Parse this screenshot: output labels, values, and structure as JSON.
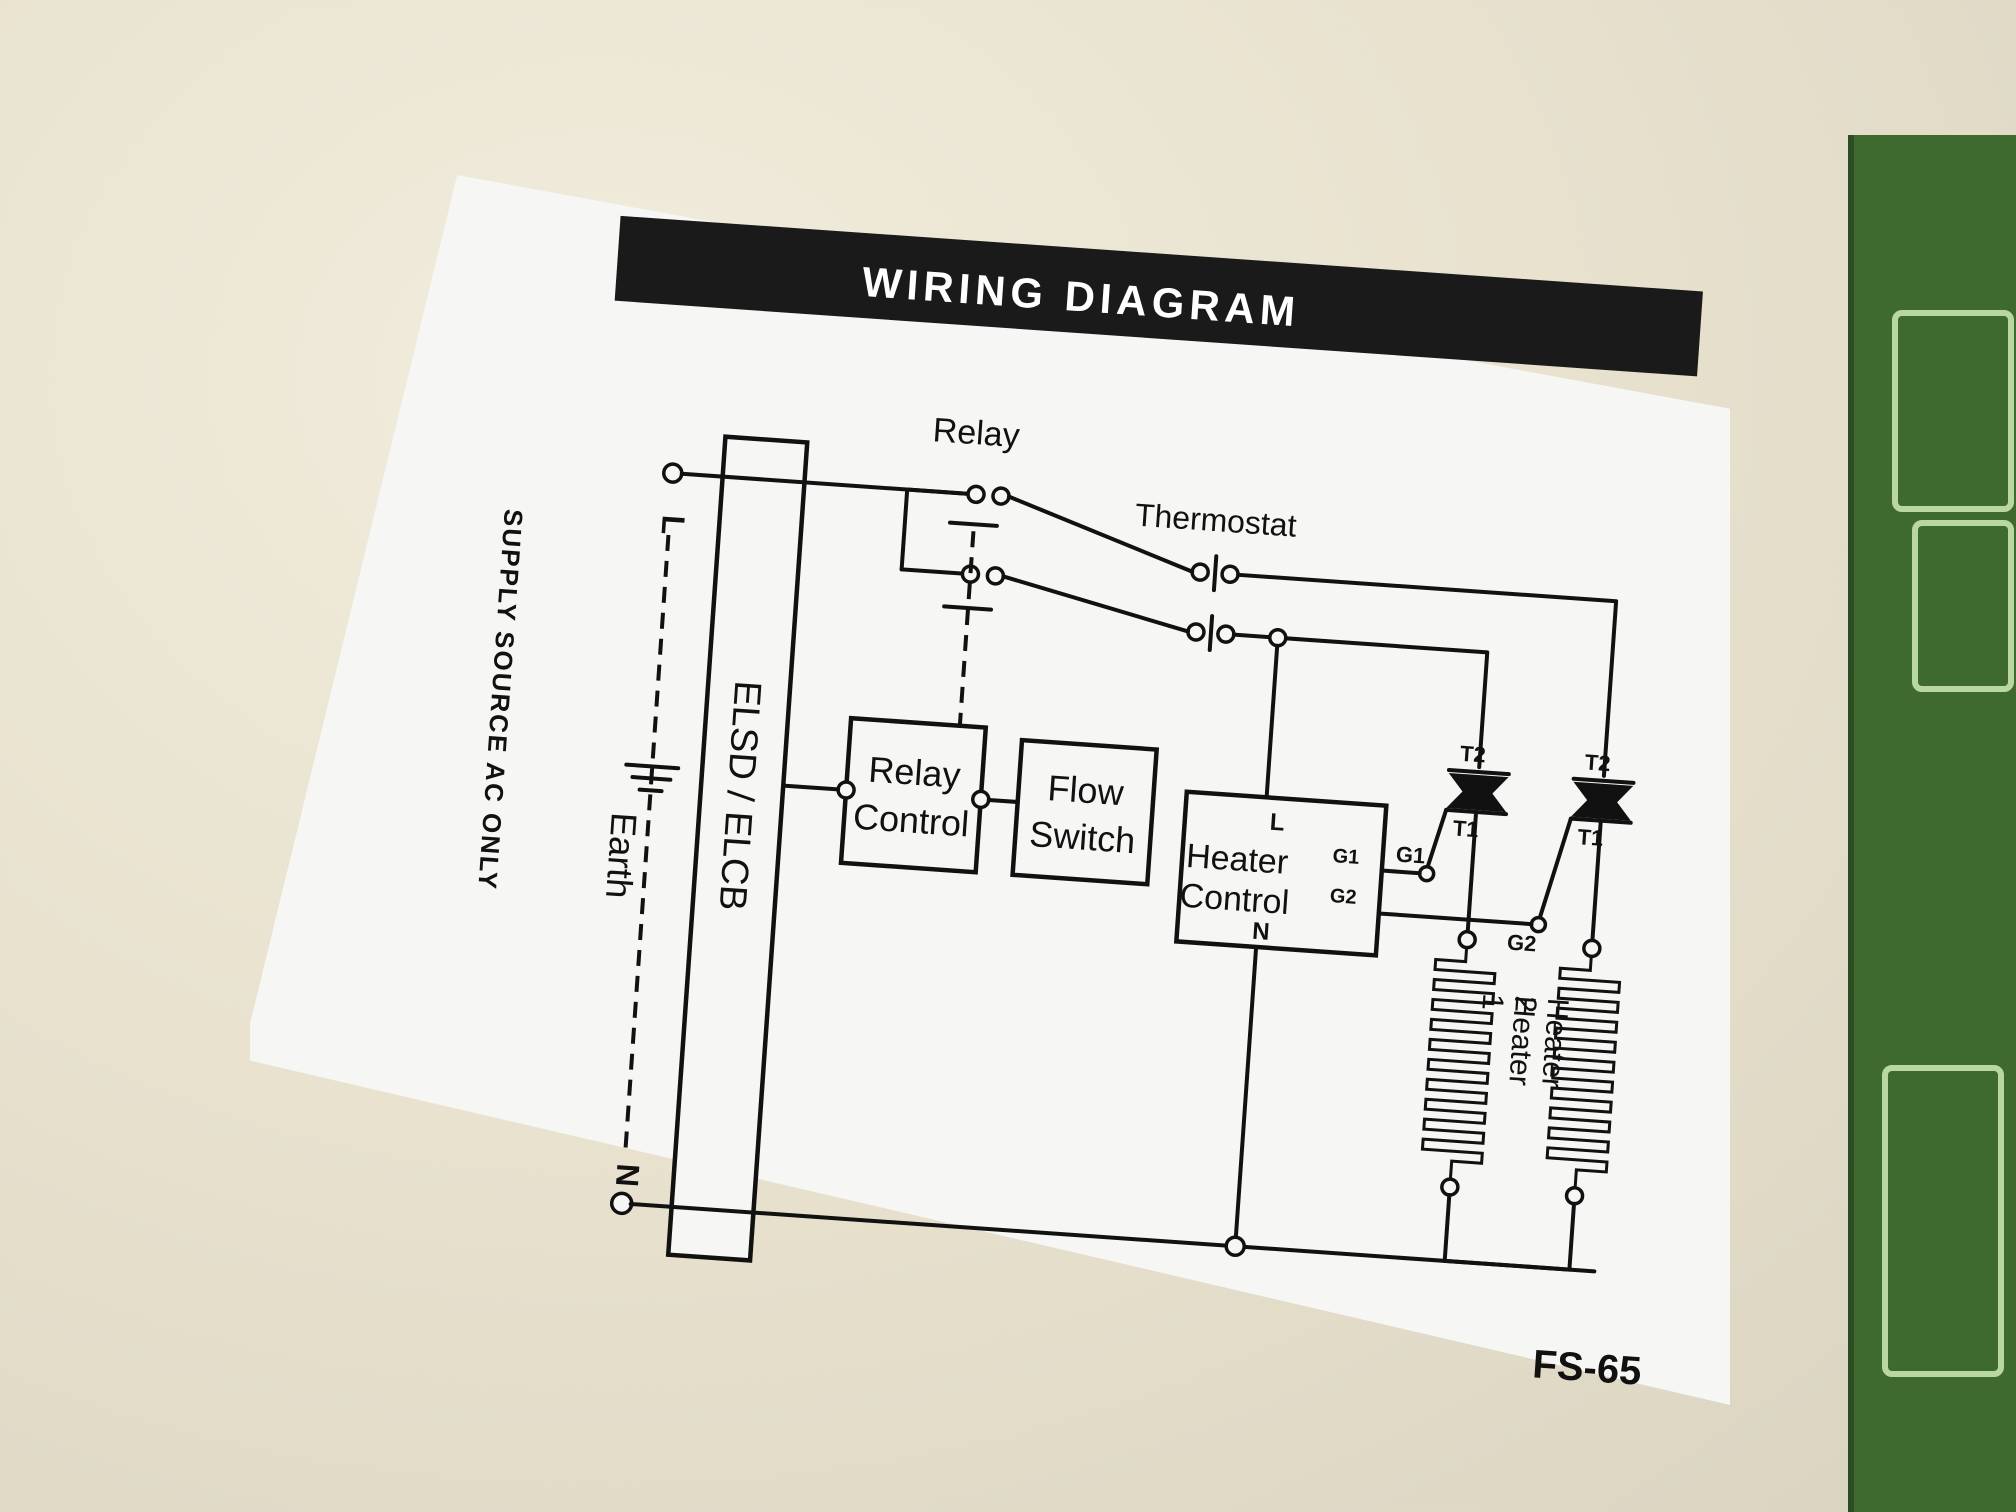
{
  "title": "WIRING DIAGRAM",
  "model_code": "FS-65",
  "supply_note": "SUPPLY SOURCE AC ONLY",
  "terminals": {
    "live": "L",
    "neutral": "N",
    "earth": "Earth"
  },
  "components": {
    "elcb": "ELSD / ELCB",
    "relay": "Relay",
    "thermostat": "Thermostat",
    "relay_control": [
      "Relay",
      "Control"
    ],
    "flow_switch": [
      "Flow",
      "Switch"
    ],
    "heater_control": {
      "lines": [
        "Heater",
        "Control"
      ],
      "pin_l": "L",
      "pin_n": "N",
      "pin_g1": "G1",
      "pin_g2": "G2"
    },
    "triac_1": {
      "t2": "T2",
      "t1": "T1",
      "gate": "G1"
    },
    "triac_2": {
      "t2": "T2",
      "t1": "T1",
      "gate": "G2"
    },
    "heater_1": [
      "Heater",
      "1"
    ],
    "heater_2": [
      "Heater",
      "2"
    ]
  },
  "colors": {
    "label_background": "#f6f6f4",
    "ink": "#111111",
    "title_bar": "#1a1a1a",
    "title_text": "#ffffff",
    "enclosure": "#e8e2cf",
    "pcb": "#3f6a2f"
  }
}
